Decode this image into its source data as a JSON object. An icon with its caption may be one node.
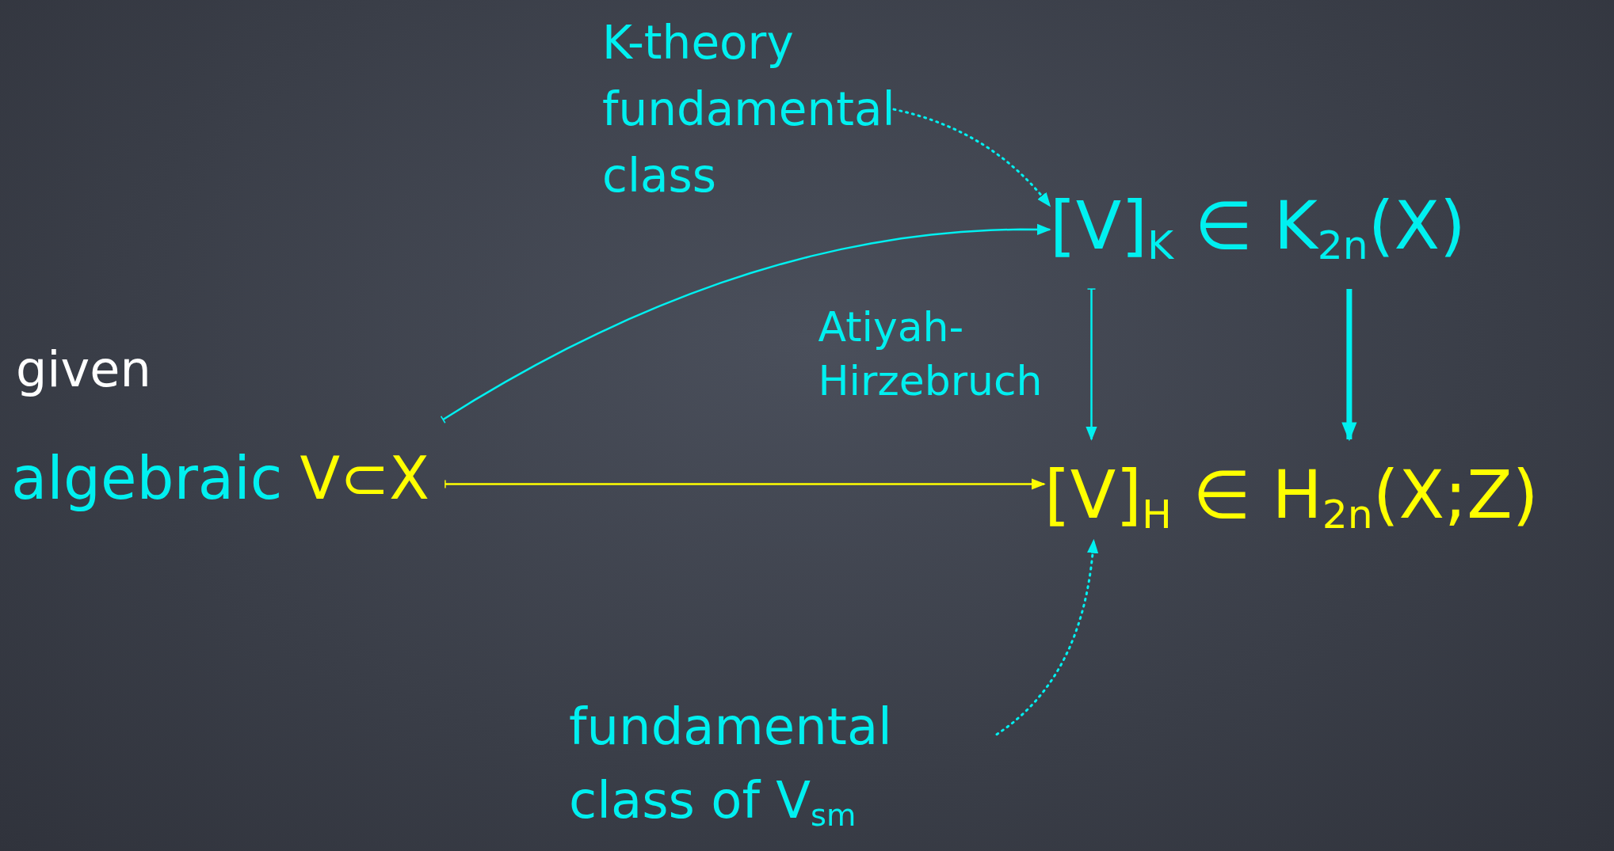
{
  "diagram": {
    "nodes": [
      {
        "text": [
          "algebraic",
          "V⊂X"
        ]
      },
      {
        "text": [
          "[V]$_{K}$ ∈ K$_{2n}$(X)"
        ]
      },
      {
        "text": [
          "[V]$_{H}$ ∈ H$_{2n}$(X;Z)"
        ]
      },
      {
        "text": [
          "K-theory fundamental class"
        ]
      },
      {
        "text": [
          "fundamental class of V$_{sm}$"
        ]
      }
    ],
    "edges": [
      {
        "from": 0,
        "to": 2,
        "arrow": "to",
        "color": "#ffff00"
      },
      {
        "from": 0,
        "to": 1,
        "arrow": "to"
      },
      {
        "from": 1,
        "to": 2,
        "arrow": "to",
        "label": "Atiyah- Hirzebruch"
      },
      {
        "from": 1,
        "to": 2,
        "arrow": "to",
        "style": "thick"
      },
      {
        "from": 3,
        "to": 1,
        "arrow": "to",
        "style": "dashed"
      },
      {
        "from": 4,
        "to": 2,
        "arrow": "to",
        "style": "dashed"
      }
    ],
    "labels": [
      "given"
    ]
  }
}
